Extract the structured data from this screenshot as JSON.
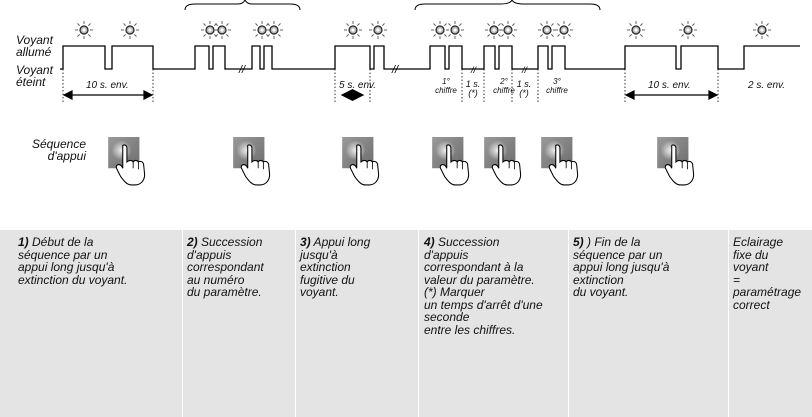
{
  "labels": {
    "voyant_allume": "Voyant\nallumé",
    "voyant_eteint": "Voyant\néteint",
    "sequence_appui": "Séquence\nd'appui"
  },
  "timing": {
    "t10a": "10 s. env.",
    "t5": "5 s. env.",
    "t10b": "10 s. env.",
    "t2": "2 s. env.",
    "c1": "1°\nchiffre",
    "c2": "2°\nchiffre",
    "c3": "3°\nchiffre",
    "p1": "1 s.\n(*)",
    "p2": "1 s.\n(*)",
    "break_mark": "//"
  },
  "columns": [
    {
      "num": "1)",
      "text": " Début de la\nséquence par un\nappui long jusqu'à\nextinction du voyant."
    },
    {
      "num": "2)",
      "text": " Succession\nd'appuis\ncorrespondant\nau numéro\ndu paramètre."
    },
    {
      "num": "3)",
      "text": " Appui long\njusqu'à\nextinction\nfugitive du\nvoyant."
    },
    {
      "num": "4)",
      "text": " Succession\nd'appuis\ncorrespondant à la\nvaleur du paramètre.\n(*) Marquer\nun temps d'arrêt d'une\nseconde\nentre les chiffres."
    },
    {
      "num": "5)",
      "text": " ) Fin de la\nséquence par un\nappui long jusqu'à\nextinction\ndu voyant."
    },
    {
      "num": "",
      "text": "Eclairage\nfixe du\nvoyant\n=\nparamétrage\ncorrect"
    }
  ],
  "icons": {
    "led": "led-lit-icon",
    "finger": "finger-press-icon"
  }
}
